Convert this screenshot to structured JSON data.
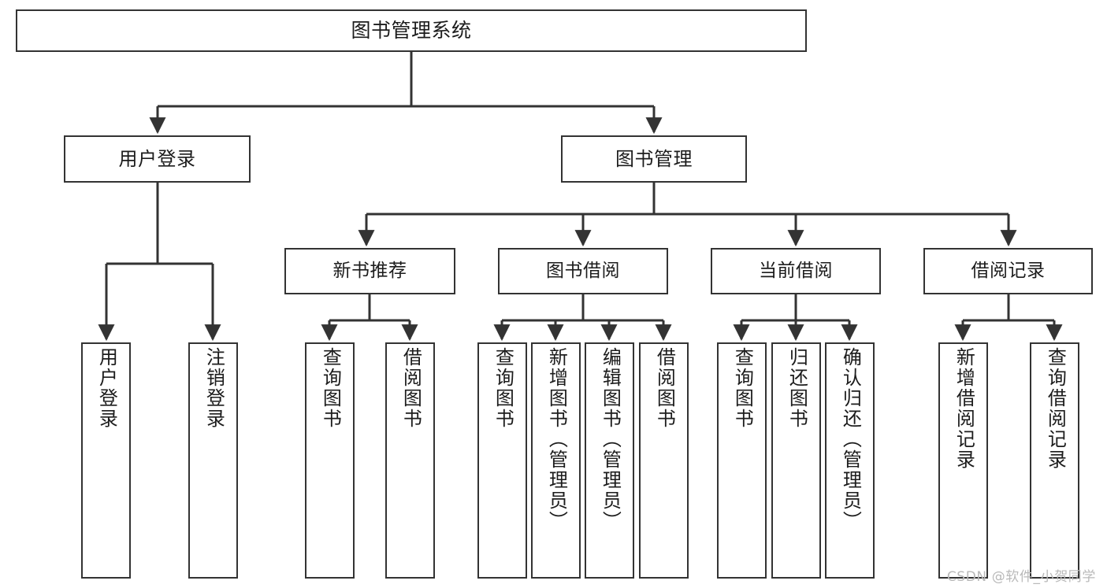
{
  "diagram": {
    "title": "图书管理系统",
    "type": "tree-hierarchy-chart",
    "root": {
      "label": "图书管理系统"
    },
    "level2": [
      {
        "label": "用户登录"
      },
      {
        "label": "图书管理"
      }
    ],
    "level3": [
      {
        "label": "新书推荐"
      },
      {
        "label": "图书借阅"
      },
      {
        "label": "当前借阅"
      },
      {
        "label": "借阅记录"
      }
    ],
    "leaves": [
      {
        "label": "用户登录"
      },
      {
        "label": "注销登录"
      },
      {
        "label": "查询图书"
      },
      {
        "label": "借阅图书"
      },
      {
        "label": "查询图书"
      },
      {
        "label": "新增图书（管理员）"
      },
      {
        "label": "编辑图书（管理员）"
      },
      {
        "label": "借阅图书"
      },
      {
        "label": "查询图书"
      },
      {
        "label": "归还图书"
      },
      {
        "label": "确认归还（管理员）"
      },
      {
        "label": "新增借阅记录"
      },
      {
        "label": "查询借阅记录"
      }
    ]
  },
  "watermark": {
    "text": "CSDN @软件_小贺同学"
  },
  "colors": {
    "box_border": "#333333",
    "box_fill": "#ffffff",
    "line": "#333333",
    "text": "#1c1c1c",
    "watermark": "#b9b9b9",
    "background": "#ffffff"
  }
}
